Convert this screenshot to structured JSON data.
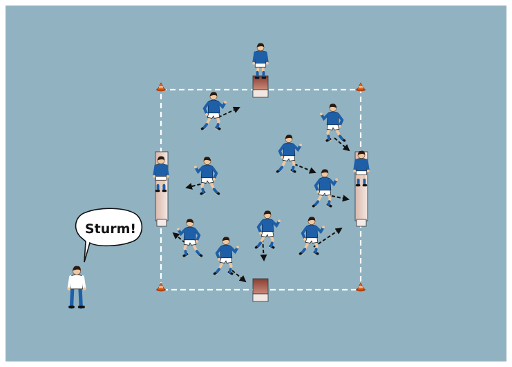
{
  "diagram": {
    "speech_bubble": {
      "text": "Sturm!"
    },
    "colors": {
      "field": "#91b2c1",
      "jersey": "#1e5fa8",
      "shorts": "#ffffff",
      "skin": "#f0c8a0",
      "hair": "#2a1a12",
      "cone": "#e46a1e",
      "goal_box": "#a8584a",
      "mini_goal": "#efe2dc",
      "line": "#ffffff",
      "arrow": "#111111"
    },
    "elements": {
      "cones": 4,
      "mini_goals": 4,
      "players_in_square": 9,
      "goalkeepers": 3,
      "coach": 1,
      "movement_arrows": 9
    }
  }
}
